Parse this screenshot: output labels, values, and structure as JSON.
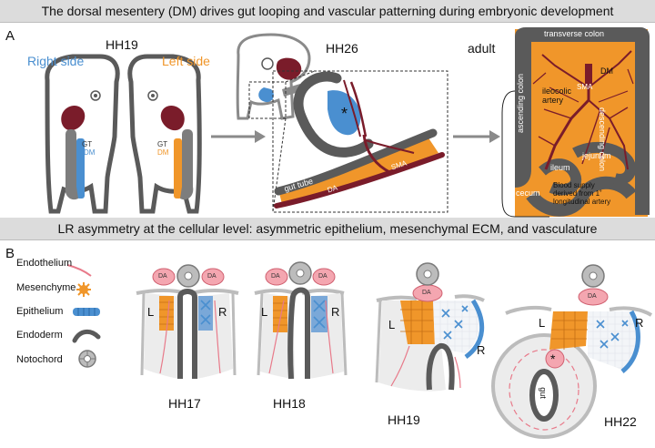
{
  "header": {
    "title": "The dorsal mesentery (DM) drives gut looping and vascular patterning during embryonic development"
  },
  "panel_a": {
    "letter": "A",
    "stage_early": "HH19",
    "right_side": "Right side",
    "left_side": "Left side",
    "gt_label": "GT",
    "dm_label": "DM",
    "stage_mid": "HH26",
    "star": "*",
    "gut_tube": "gut tube",
    "sma": "SMA",
    "da": "DA",
    "adult": "adult",
    "adult_labels": {
      "transverse_colon": "transverse colon",
      "descending_colon": "descending colon",
      "ascending_colon": "ascending colon",
      "dm": "DM",
      "sma": "SMA",
      "ileocolic_artery": "ileocolic artery",
      "jejunum": "jejunum",
      "ileum": "ileum",
      "cecum": "cecum",
      "blood_supply": "Blood supply derived from 1˚ longitudinal artery"
    }
  },
  "subheader": {
    "title": "LR asymmetry at the cellular level: asymmetric epithelium, mesenchymal ECM, and vasculature"
  },
  "panel_b": {
    "letter": "B",
    "legend": [
      {
        "label": "Endothelium",
        "icon": "endothelium-icon"
      },
      {
        "label": "Mesenchyme",
        "icon": "mesenchyme-icon"
      },
      {
        "label": "Epithelium",
        "icon": "epithelium-icon"
      },
      {
        "label": "Endoderm",
        "icon": "endoderm-icon"
      },
      {
        "label": "Notochord",
        "icon": "notochord-icon"
      }
    ],
    "stages": [
      "HH17",
      "HH18",
      "HH19",
      "HH22"
    ],
    "da": "DA",
    "l": "L",
    "r": "R",
    "star": "*",
    "gut": "gut"
  },
  "colors": {
    "orange": "#f0962a",
    "blue": "#4a8fd0",
    "maroon": "#7a1c2a",
    "gray": "#5a5a5a",
    "pink": "#e87a8a"
  }
}
